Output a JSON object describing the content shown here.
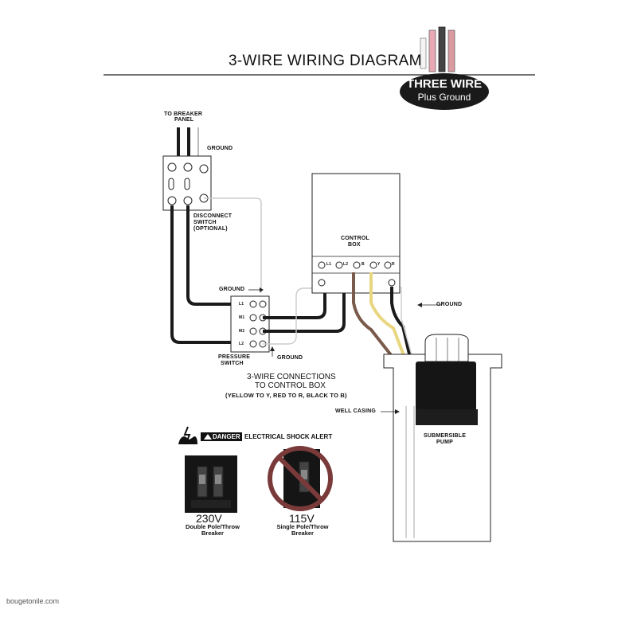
{
  "title": "3-WIRE WIRING DIAGRAM",
  "badge": {
    "line1": "THREE WIRE",
    "line2": "Plus Ground"
  },
  "labels": {
    "to_breaker_panel_1": "TO BREAKER",
    "to_breaker_panel_2": "PANEL",
    "ground_top": "GROUND",
    "disconnect_1": "DISCONNECT",
    "disconnect_2": "SWITCH",
    "disconnect_3": "(OPTIONAL)",
    "ground_left": "GROUND",
    "pressure_1": "PRESSURE",
    "pressure_2": "SWITCH",
    "ground_bottom": "GROUND",
    "control_box_1": "CONTROL",
    "control_box_2": "BOX",
    "ground_right": "GROUND",
    "connections_1": "3-WIRE CONNECTIONS",
    "connections_2": "TO CONTROL BOX",
    "connections_3": "(YELLOW TO Y, RED TO R, BLACK TO B)",
    "well_casing": "WELL CASING",
    "pump_1": "SUBMERSIBLE",
    "pump_2": "PUMP"
  },
  "terminals": {
    "pressure": [
      "L1",
      "M1",
      "M2",
      "L2"
    ],
    "control": [
      "L1",
      "L2",
      "B",
      "Y",
      "R"
    ]
  },
  "danger": {
    "badge": "DANGER",
    "text": "ELECTRICAL SHOCK ALERT"
  },
  "breakers": {
    "left": {
      "voltage": "230V",
      "desc1": "Double Pole/Throw",
      "desc2": "Breaker"
    },
    "right": {
      "voltage": "115V",
      "desc1": "Single Pole/Throw",
      "desc2": "Breaker"
    }
  },
  "watermark": "bougetonile.com",
  "colors": {
    "wire_black": "#1a1a1a",
    "wire_yellow": "#e8d680",
    "wire_red": "#7a5a4a",
    "ground_wire": "#d0d0d0",
    "badge_bg": "#1a1a1a"
  }
}
